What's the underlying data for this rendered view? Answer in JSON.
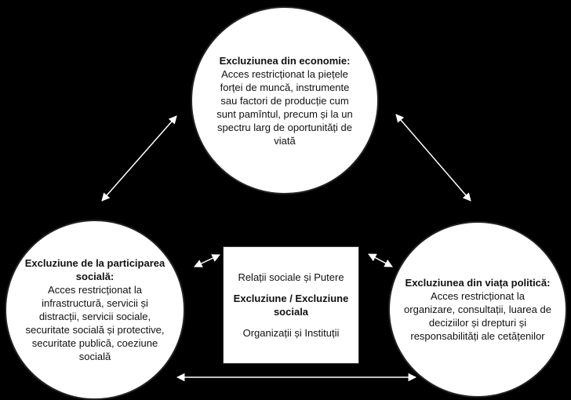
{
  "diagram": {
    "top": {
      "title": "Excluziunea din economie:",
      "text": "Acces restricționat la piețele forței de muncă, instrumente sau factori de producție cum sunt pamîntul, precum și la un spectru larg de oportunități de viată"
    },
    "left": {
      "title": "Excluziune de la participarea socială:",
      "text": "Acces restricționat la infrastructură, servicii și distracții, servicii sociale, securitate socială și protective, securitate publică, coeziune socială"
    },
    "right": {
      "title": "Excluziunea din viața politică:",
      "text": "Acces restricționat la organizare, consultații, luarea de deciziilor și drepturi și responsabilități ale cetățenilor"
    },
    "center": {
      "line1": "Relații sociale  și Putere",
      "line2": "Excluziune / Excluziune sociala",
      "line3": "Organizații și Instituții"
    }
  }
}
